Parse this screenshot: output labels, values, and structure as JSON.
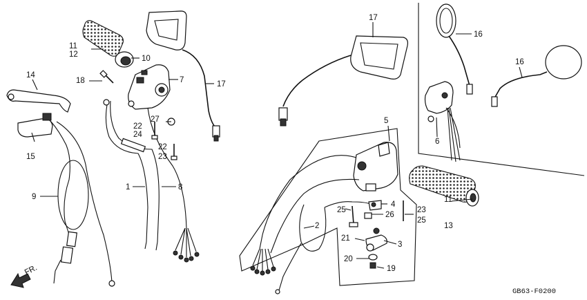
{
  "labels": {
    "l1": "1",
    "l2": "2",
    "l3": "3",
    "l4": "4",
    "l5": "5",
    "l6": "6",
    "l7": "7",
    "l8": "8",
    "l9": "9",
    "l10": "10",
    "l11a": "11",
    "l12": "12",
    "l11b": "11",
    "l13": "13",
    "l14": "14",
    "l15": "15",
    "l16a": "16",
    "l16b": "16",
    "l17a": "17",
    "l17b": "17",
    "l18": "18",
    "l19": "19",
    "l20": "20",
    "l21": "21",
    "l22a": "22",
    "l22b": "22",
    "l23a": "23",
    "l23b": "23",
    "l24": "24",
    "l25a": "25",
    "l25b": "25",
    "l26": "26",
    "l27": "27"
  },
  "direction": "FR.",
  "diagram_code": "GB63-F0200"
}
